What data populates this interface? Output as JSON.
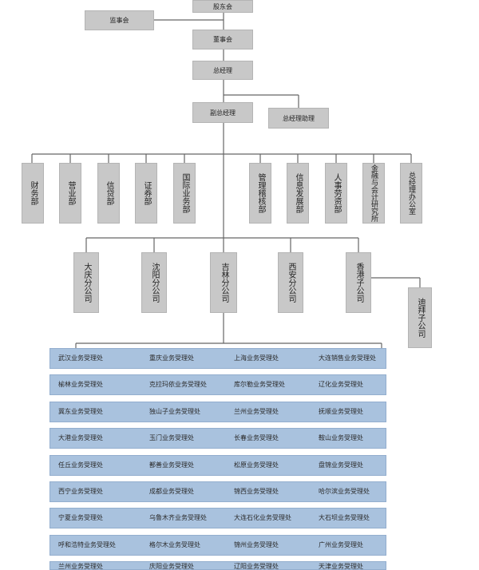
{
  "top": {
    "shareholders": "股东会",
    "supervisors": "监事会",
    "board": "董事会",
    "gm": "总经理",
    "deputy_gm": "副总经理",
    "gm_assistant": "总经理助理"
  },
  "departments": [
    "财务部",
    "营业部",
    "信贷部",
    "证券部",
    "国际业务部",
    "管理稽核部",
    "信息发展部",
    "人事劳资部",
    "金融与会计研究所",
    "总经理办公室"
  ],
  "branches": [
    "大庆分公司",
    "沈阳分公司",
    "吉林分公司",
    "西安分公司",
    "香港子公司"
  ],
  "sub_branch": "迪拜子公司",
  "offices": [
    [
      "武汉业务受理处",
      "重庆业务受理处",
      "上海业务受理处",
      "大连销售业务受理处"
    ],
    [
      "榆林业务受理处",
      "克拉玛依业务受理处",
      "库尔勒业务受理处",
      "辽化业务受理处"
    ],
    [
      "冀东业务受理处",
      "独山子业务受理处",
      "兰州业务受理处",
      "抚顺业务受理处"
    ],
    [
      "大港业务受理处",
      "玉门业务受理处",
      "长春业务受理处",
      "鞍山业务受理处"
    ],
    [
      "任丘业务受理处",
      "鄯善业务受理处",
      "松原业务受理处",
      "盘锦业务受理处"
    ],
    [
      "西宁业务受理处",
      "成都业务受理处",
      "锦西业务受理处",
      "哈尔滨业务受理处"
    ],
    [
      "宁夏业务受理处",
      "乌鲁木齐业务受理处",
      "大连石化业务受理处",
      "大石坝业务受理处"
    ],
    [
      "呼和浩特业务受理处",
      "格尔木业务受理处",
      "锦州业务受理处",
      "广州业务受理处"
    ],
    [
      "兰州业务受理处",
      "庆阳业务受理处",
      "辽阳业务受理处",
      "天津业务受理处"
    ]
  ]
}
